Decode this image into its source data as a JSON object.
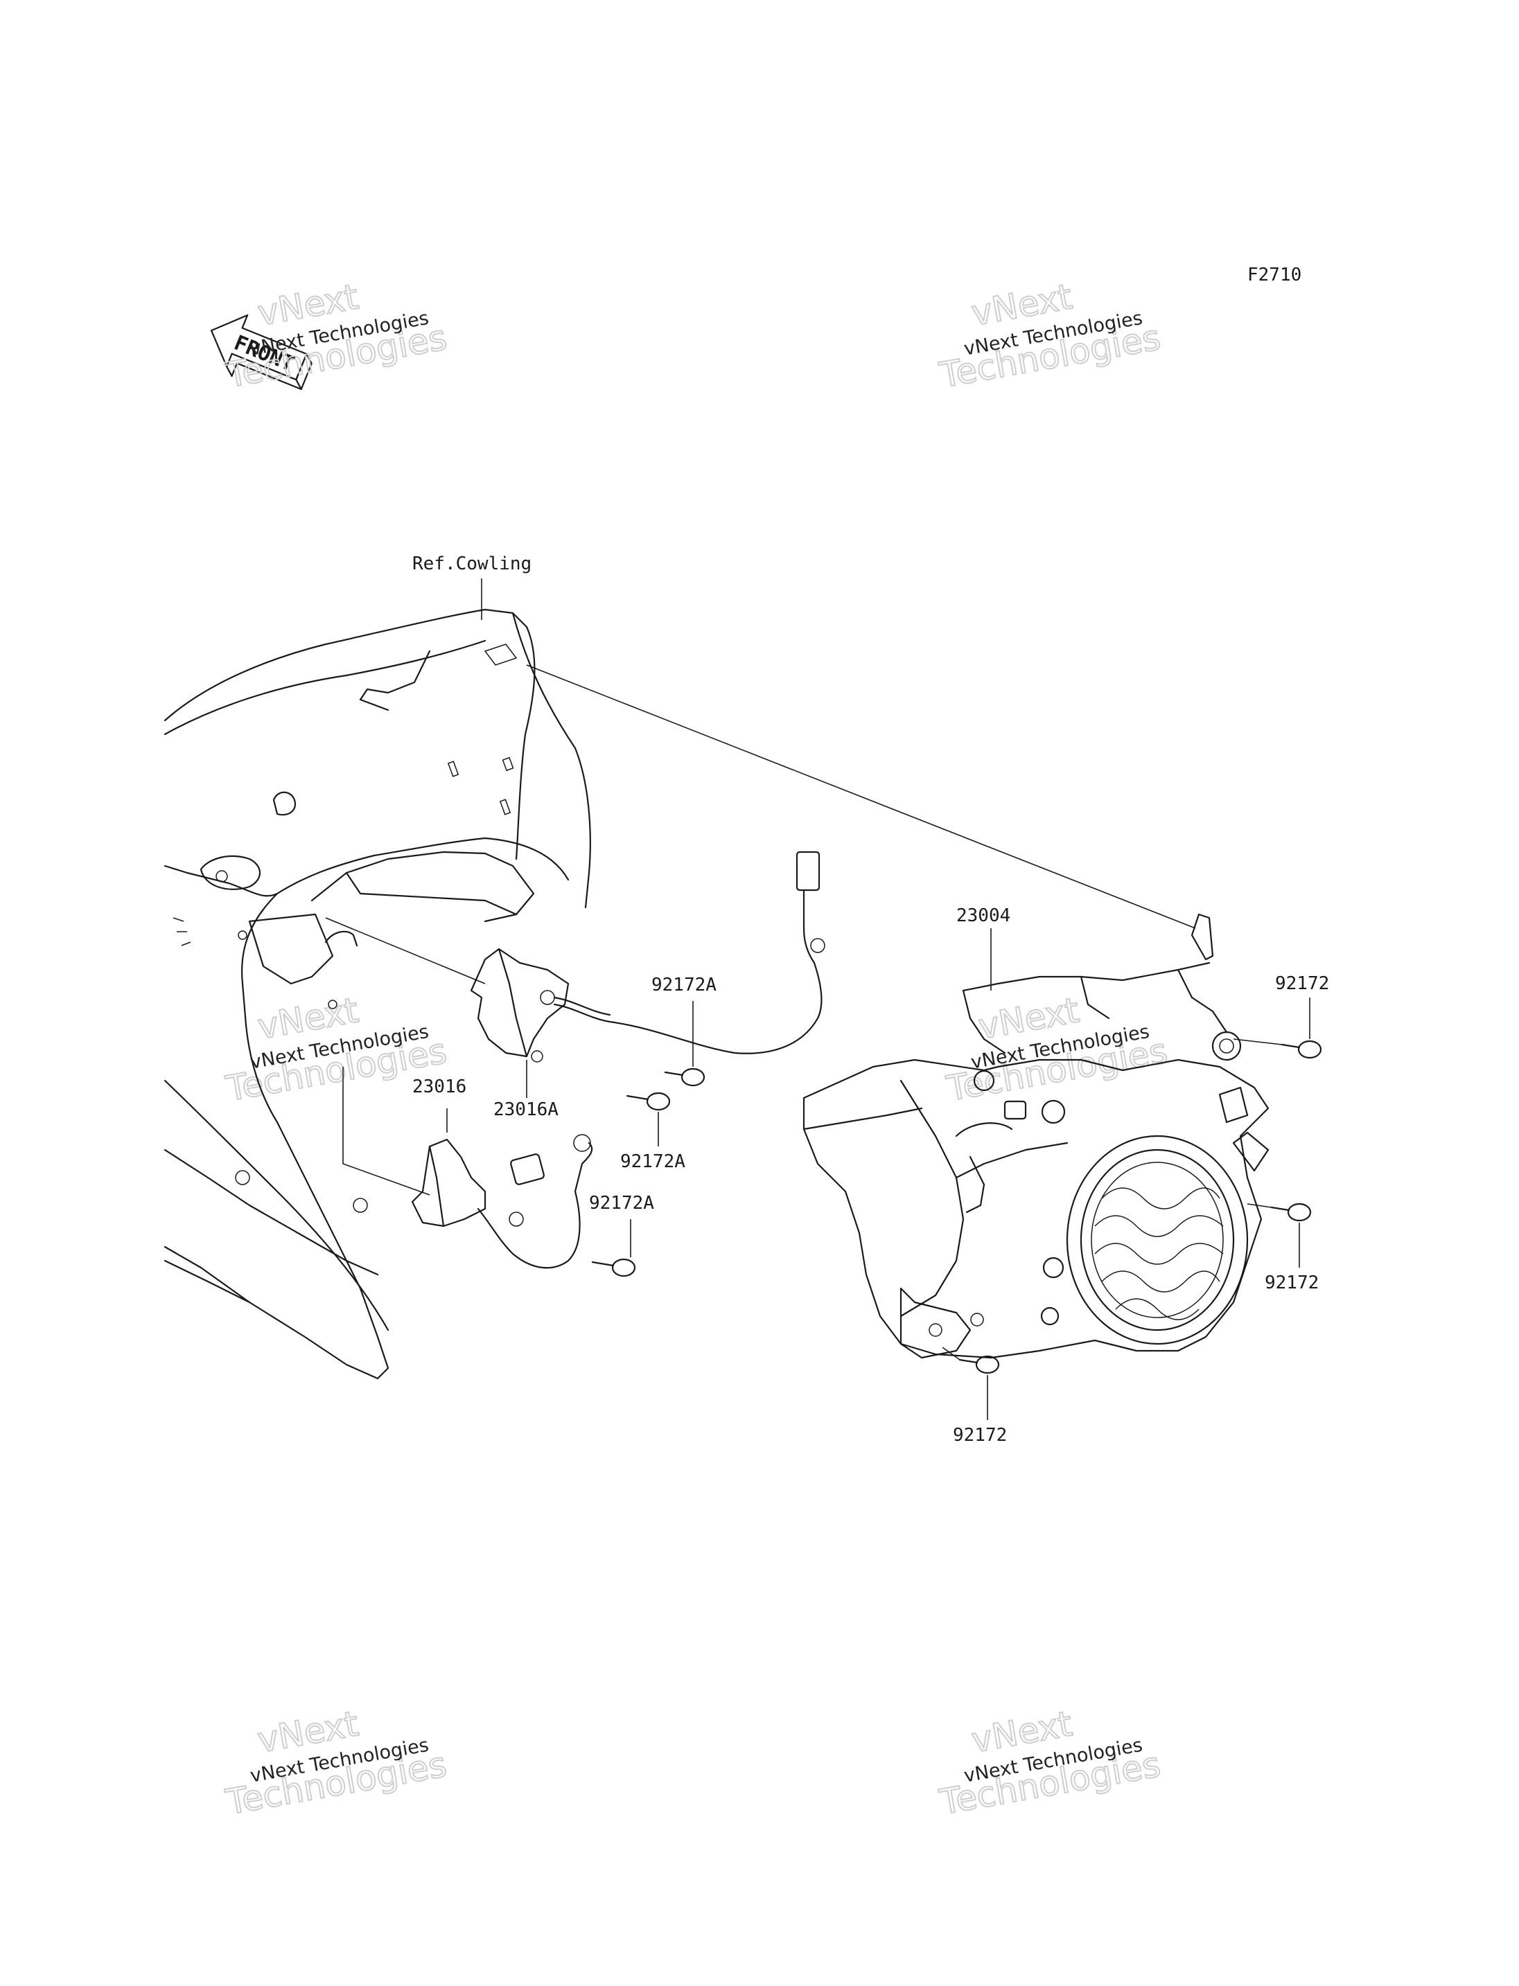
{
  "diagram_code": "F2710",
  "front_arrow_label": "FRONT",
  "reference_label": "Ref.Cowling",
  "callouts": {
    "headlight_assembly": "23004",
    "bracket_left": "23016",
    "bracket_right": "23016A",
    "screw_a_top": "92172A",
    "screw_a_middle": "92172A",
    "screw_a_bottom": "92172A",
    "screw_top_right": "92172",
    "screw_right": "92172",
    "screw_bottom": "92172"
  },
  "watermarks": [
    {
      "name": "vNext Technologies",
      "big_1": "vNext",
      "big_2": "Technologies"
    },
    {
      "name": "vNext Technologies",
      "big_1": "vNext",
      "big_2": "Technologies"
    },
    {
      "name": "vNext Technologies",
      "big_1": "vNext",
      "big_2": "Technologies"
    },
    {
      "name": "vNext Technologies",
      "big_1": "vNext",
      "big_2": "Technologies"
    },
    {
      "name": "vNext Technologies",
      "big_1": "vNext",
      "big_2": "Technologies"
    },
    {
      "name": "vNext Technologies",
      "big_1": "vNext",
      "big_2": "Technologies"
    }
  ]
}
